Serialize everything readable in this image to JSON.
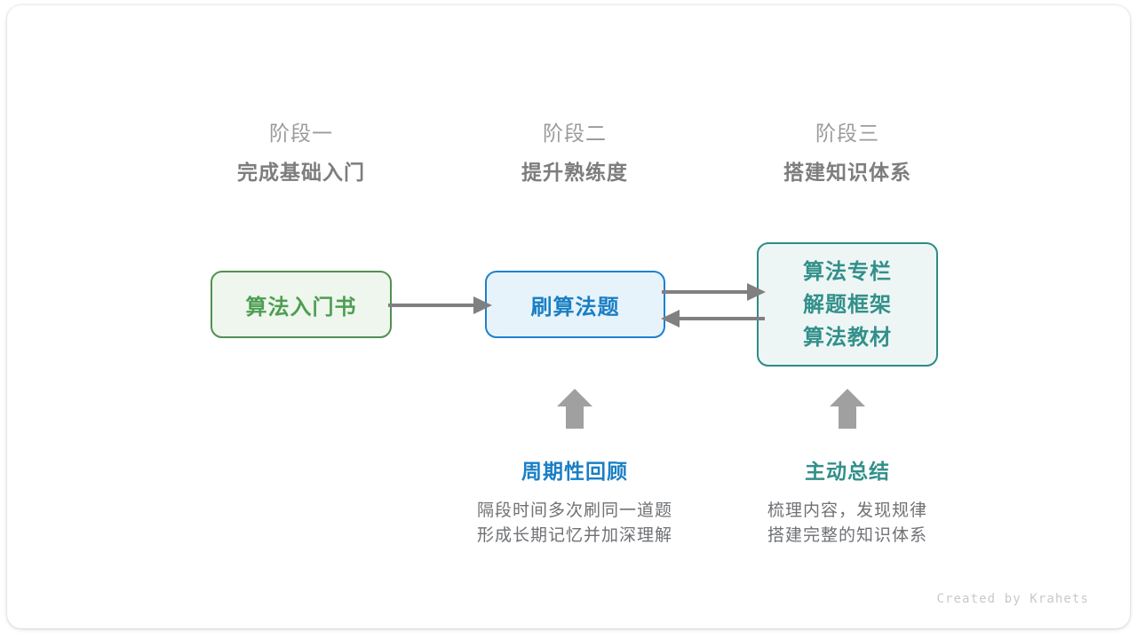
{
  "canvas": {
    "background": "#ffffff",
    "card_background": "#ffffff"
  },
  "stages": [
    {
      "index_label": "阶段一",
      "title": "完成基础入门"
    },
    {
      "index_label": "阶段二",
      "title": "提升熟练度"
    },
    {
      "index_label": "阶段三",
      "title": "搭建知识体系"
    }
  ],
  "nodes": {
    "book": {
      "label": "算法入门书",
      "text_color": "#4e9e52",
      "border_color": "#519051",
      "fill_color": "#eef6ee"
    },
    "practice": {
      "label": "刷算法题",
      "text_color": "#1a7fc4",
      "border_color": "#1f80cc",
      "fill_color": "#e7f3fb"
    },
    "resources": {
      "lines": [
        "算法专栏",
        "解题框架",
        "算法教材"
      ],
      "text_color": "#32908a",
      "border_color": "#2e8b86",
      "fill_color": "#eef6f5"
    }
  },
  "connectors": {
    "color": "#808080",
    "book_to_practice": "arrow-right",
    "practice_to_resources": "arrow-right",
    "resources_to_practice": "arrow-left",
    "up_arrow_review": "arrow-up",
    "up_arrow_summary": "arrow-up",
    "up_arrow_color": "#a0a0a0"
  },
  "notes": [
    {
      "title": "周期性回顾",
      "title_color": "#1a7fc4",
      "body_lines": [
        "隔段时间多次刷同一道题",
        "形成长期记忆并加深理解"
      ]
    },
    {
      "title": "主动总结",
      "title_color": "#32908a",
      "body_lines": [
        "梳理内容，发现规律",
        "搭建完整的知识体系"
      ]
    }
  ],
  "footer": {
    "credit": "Created by Krahets"
  }
}
